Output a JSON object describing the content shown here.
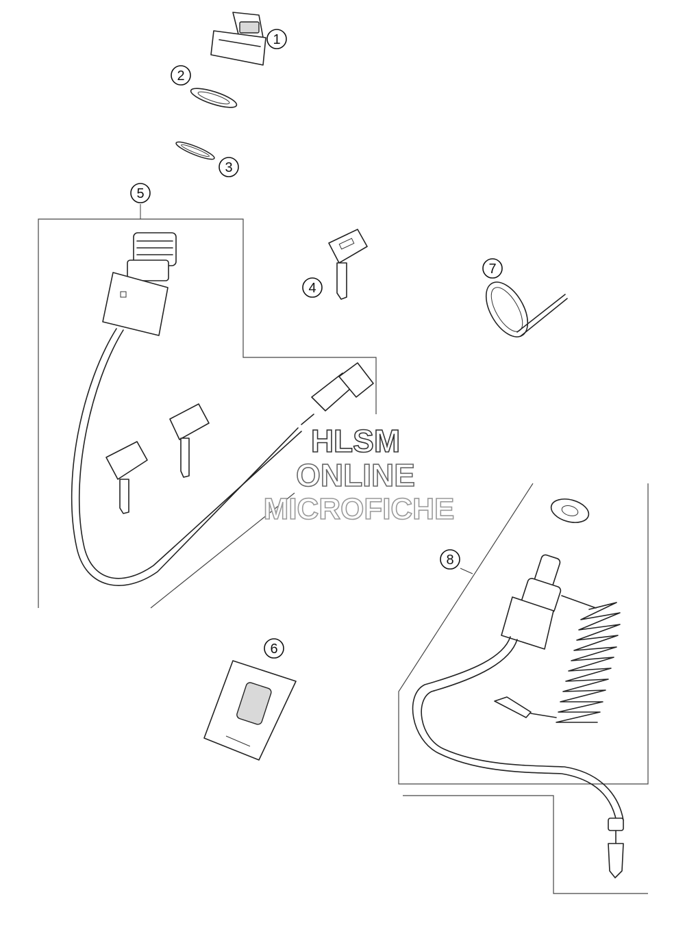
{
  "callouts": [
    "1",
    "2",
    "3",
    "4",
    "5",
    "6",
    "7",
    "8"
  ],
  "watermark": {
    "line1": "HLSM",
    "line2": "ONLINE",
    "line3": "MICROFICHE"
  },
  "colors": {
    "line": "#222222",
    "background": "#ffffff"
  }
}
